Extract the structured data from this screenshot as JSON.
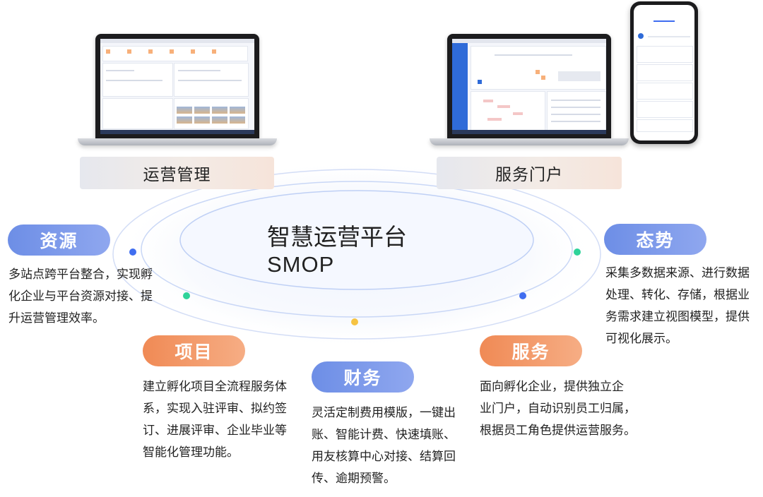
{
  "devices": {
    "left_label": "运营管理",
    "right_label": "服务门户"
  },
  "center": {
    "title": "智慧运营平台",
    "subtitle": "SMOP"
  },
  "modules": [
    {
      "title": "资源",
      "lines": [
        "多站点跨平台整合，实现孵",
        "化企业与平台资源对接、提",
        "升运营管理效率。"
      ]
    },
    {
      "title": "态势",
      "lines": [
        "采集多数据来源、进行数据",
        "处理、转化、存储，根据业",
        "务需求建立视图模型，提供",
        "可视化展示。"
      ]
    },
    {
      "title": "项目",
      "lines": [
        "建立孵化项目全流程服务体",
        "系，实现入驻评审、拟约签",
        "订、进展评审、企业毕业等",
        "智能化管理功能。"
      ]
    },
    {
      "title": "财务",
      "lines": [
        "灵活定制费用模版，一键出",
        "账、智能计费、快速填账、",
        "用友核算中心对接、结算回",
        "传、逾期预警。"
      ]
    },
    {
      "title": "服务",
      "lines": [
        "面向孵化企业，提供独立企",
        "业门户，自动识别员工归属，",
        "根据员工角色提供运营服务。"
      ]
    }
  ],
  "colors": {
    "pill_blue": "#7b97ea",
    "pill_orange": "#f39a6a",
    "dot_blue": "#3f6df0",
    "dot_green": "#2fd39a",
    "dot_yellow": "#f6c342",
    "ring": "#c9d7f6"
  }
}
